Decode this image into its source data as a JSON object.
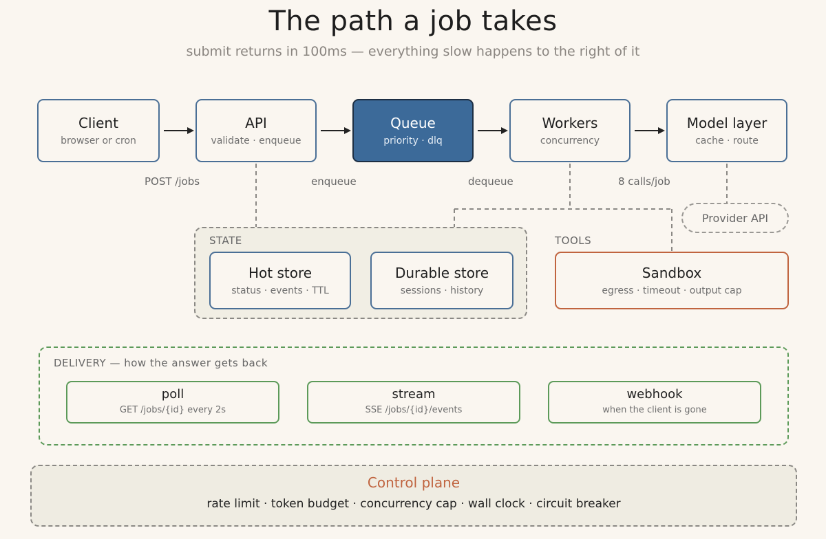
{
  "title": "The path a job takes",
  "subtitle": "submit returns in 100ms — everything slow happens to the right of it",
  "pipeline": [
    {
      "title": "Client",
      "subtitle": "browser or cron"
    },
    {
      "title": "API",
      "subtitle": "validate · enqueue"
    },
    {
      "title": "Queue",
      "subtitle": "priority · dlq"
    },
    {
      "title": "Workers",
      "subtitle": "concurrency"
    },
    {
      "title": "Model layer",
      "subtitle": "cache · route"
    }
  ],
  "edge_labels": {
    "client_api": "POST /jobs",
    "api_queue": "enqueue",
    "queue_workers": "dequeue",
    "workers_model": "8 calls/job"
  },
  "provider_api": "Provider API",
  "state": {
    "label": "STATE",
    "hot_store": {
      "title": "Hot store",
      "subtitle": "status · events · TTL"
    },
    "durable_store": {
      "title": "Durable store",
      "subtitle": "sessions · history"
    }
  },
  "tools": {
    "label": "TOOLS",
    "sandbox": {
      "title": "Sandbox",
      "subtitle": "egress · timeout · output cap"
    }
  },
  "delivery": {
    "label": "DELIVERY — how the answer gets back",
    "items": [
      {
        "title": "poll",
        "subtitle": "GET /jobs/{id} every 2s"
      },
      {
        "title": "stream",
        "subtitle": "SSE /jobs/{id}/events"
      },
      {
        "title": "webhook",
        "subtitle": "when the client is gone"
      }
    ]
  },
  "control_plane": {
    "title": "Control plane",
    "items": "rate limit · token budget · concurrency cap · wall clock · circuit breaker"
  },
  "colors": {
    "background": "#faf6f0",
    "node_border": "#4a6f96",
    "queue_fill": "#3c6a99",
    "sandbox_border": "#c0643f",
    "delivery_green": "#5c9a59",
    "control_title": "#c0643f"
  }
}
